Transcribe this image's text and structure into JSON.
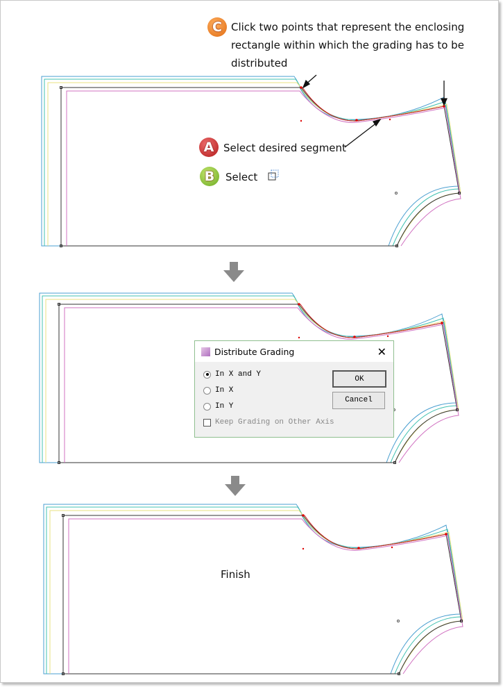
{
  "steps": {
    "c": {
      "badge": "C",
      "text": "Click two points that represent the enclosing rectangle within which the grading has to be distributed"
    },
    "a": {
      "badge": "A",
      "text": "Select desired segment"
    },
    "b": {
      "badge": "B",
      "text": "Select"
    }
  },
  "dialog": {
    "title": "Distribute Grading",
    "options": [
      "In X and Y",
      "In X",
      "In Y"
    ],
    "selected": "In X and Y",
    "checkbox_label": "Keep Grading on Other Axis",
    "checkbox_checked": false,
    "ok_label": "OK",
    "cancel_label": "Cancel"
  },
  "finish_label": "Finish",
  "colors": {
    "badge_a": "#c0282a",
    "badge_b": "#7cb82f",
    "badge_c": "#f07a1e",
    "arrow": "#8a8a8a"
  }
}
